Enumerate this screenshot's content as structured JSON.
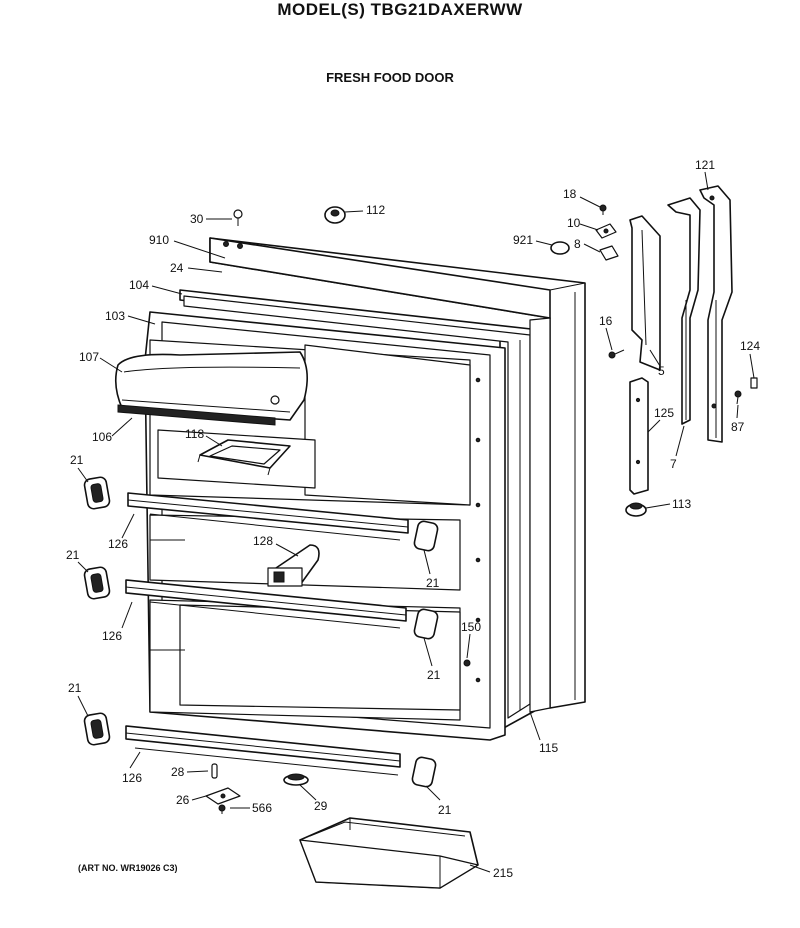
{
  "header": {
    "title": "MODEL(S) TBG21DAXERWW",
    "subtitle": "FRESH FOOD DOOR",
    "art_no": "(ART NO. WR19026 C3)"
  },
  "callouts": [
    {
      "id": "c30",
      "label": "30"
    },
    {
      "id": "c112",
      "label": "112"
    },
    {
      "id": "c910",
      "label": "910"
    },
    {
      "id": "c24",
      "label": "24"
    },
    {
      "id": "c104",
      "label": "104"
    },
    {
      "id": "c103",
      "label": "103"
    },
    {
      "id": "c107",
      "label": "107"
    },
    {
      "id": "c106",
      "label": "106"
    },
    {
      "id": "c118",
      "label": "118"
    },
    {
      "id": "c21a",
      "label": "21"
    },
    {
      "id": "c126a",
      "label": "126"
    },
    {
      "id": "c128",
      "label": "128"
    },
    {
      "id": "c21b",
      "label": "21"
    },
    {
      "id": "c21c",
      "label": "21"
    },
    {
      "id": "c126b",
      "label": "126"
    },
    {
      "id": "c150",
      "label": "150"
    },
    {
      "id": "c21d",
      "label": "21"
    },
    {
      "id": "c21e",
      "label": "21"
    },
    {
      "id": "c126c",
      "label": "126"
    },
    {
      "id": "c28",
      "label": "28"
    },
    {
      "id": "c26",
      "label": "26"
    },
    {
      "id": "c566",
      "label": "566"
    },
    {
      "id": "c29",
      "label": "29"
    },
    {
      "id": "c21f",
      "label": "21"
    },
    {
      "id": "c215",
      "label": "215"
    },
    {
      "id": "c115",
      "label": "115"
    },
    {
      "id": "c18",
      "label": "18"
    },
    {
      "id": "c10",
      "label": "10"
    },
    {
      "id": "c8",
      "label": "8"
    },
    {
      "id": "c921",
      "label": "921"
    },
    {
      "id": "c16",
      "label": "16"
    },
    {
      "id": "c5",
      "label": "5"
    },
    {
      "id": "c121",
      "label": "121"
    },
    {
      "id": "c124",
      "label": "124"
    },
    {
      "id": "c125",
      "label": "125"
    },
    {
      "id": "c87",
      "label": "87"
    },
    {
      "id": "c7",
      "label": "7"
    },
    {
      "id": "c113",
      "label": "113"
    }
  ]
}
